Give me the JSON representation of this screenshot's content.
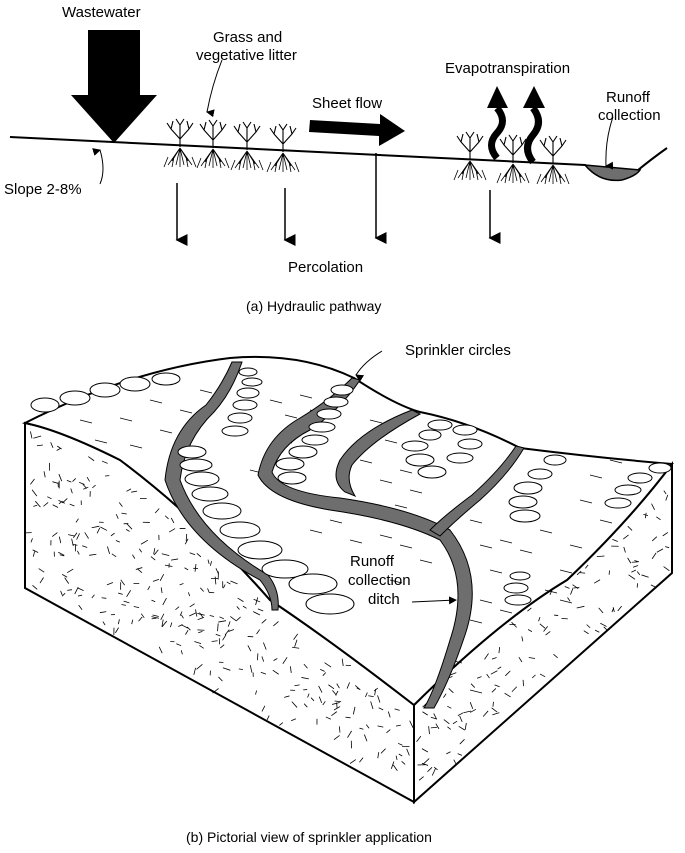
{
  "panel_a": {
    "labels": {
      "wastewater": "Wastewater",
      "grass_line1": "Grass and",
      "grass_line2": "vegetative litter",
      "evapotranspiration": "Evapotranspiration",
      "runoff_line1": "Runoff",
      "runoff_line2": "collection",
      "sheet_flow": "Sheet flow",
      "slope": "Slope 2-8%",
      "percolation": "Percolation"
    },
    "caption": "(a) Hydraulic pathway"
  },
  "panel_b": {
    "labels": {
      "sprinkler_circles": "Sprinkler circles",
      "ditch_line1": "Runoff",
      "ditch_line2": "collection",
      "ditch_line3": "ditch"
    },
    "caption": "(b) Pictorial view of sprinkler application"
  },
  "colors": {
    "ink": "#000000",
    "ditch": "#6e6e6e",
    "paper": "#ffffff"
  }
}
